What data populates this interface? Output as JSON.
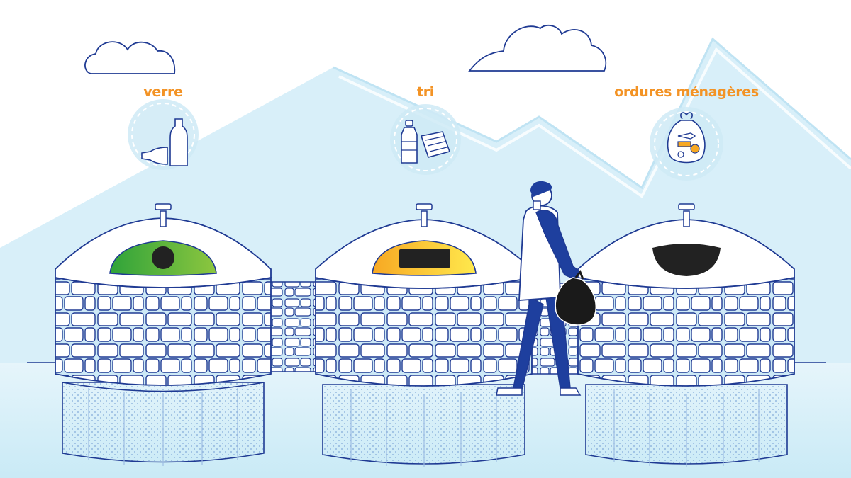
{
  "colors": {
    "label_orange": "#F39325",
    "outline_blue": "#1F3A93",
    "mountain_light": "#D6EEF8",
    "sky_white": "#FFFFFF",
    "glass_green_dark": "#3AAA35",
    "glass_green_light": "#8CC63F",
    "recycling_yellow": "#FFE14D",
    "recycling_orange": "#F7A823",
    "opening_black": "#222222",
    "bag_black": "#1A1A1A",
    "person_blue": "#1E3F9E"
  },
  "containers": [
    {
      "label": "verre",
      "icon": "glass-bottles-icon",
      "lid_color": "green",
      "opening": "round"
    },
    {
      "label": "tri",
      "icon": "bottle-and-newspaper-icon",
      "lid_color": "yellow",
      "opening": "rectangular"
    },
    {
      "label": "ordures ménagères",
      "icon": "trash-bag-icon",
      "lid_color": "none",
      "opening": "wide"
    }
  ]
}
